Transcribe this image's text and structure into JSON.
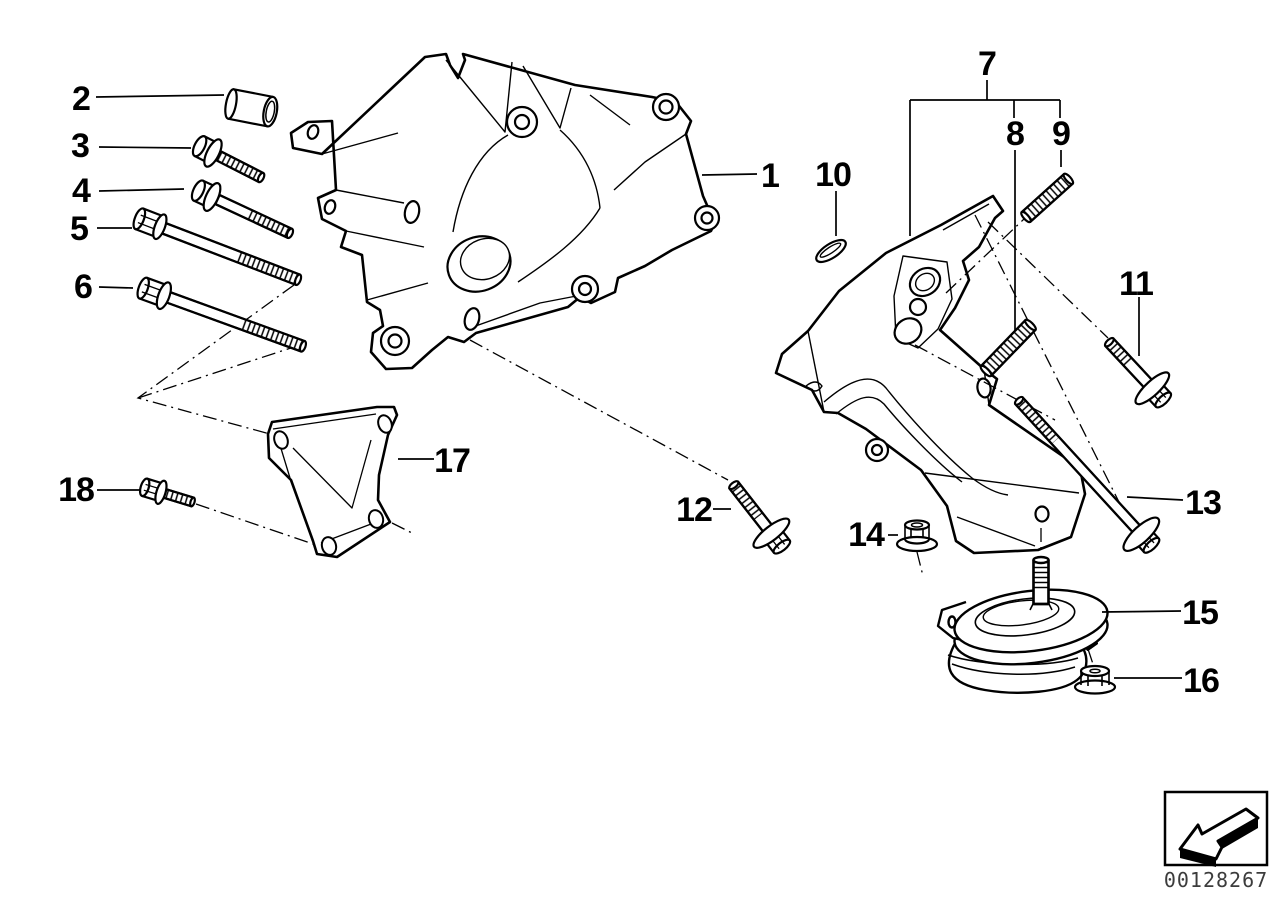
{
  "diagram": {
    "image_code": "00128267",
    "colors": {
      "line": "#000000",
      "background": "#ffffff"
    },
    "callouts": {
      "c1": {
        "label": "1",
        "part": "engine-support-bracket-left"
      },
      "c2": {
        "label": "2",
        "part": "spacer-sleeve"
      },
      "c3": {
        "label": "3",
        "part": "hex-bolt-with-washer-short"
      },
      "c4": {
        "label": "4",
        "part": "hex-bolt-with-washer-medium"
      },
      "c5": {
        "label": "5",
        "part": "hex-bolt-long"
      },
      "c6": {
        "label": "6",
        "part": "hex-bolt-long"
      },
      "c7": {
        "label": "7",
        "part": "engine-support-bracket-right"
      },
      "c8": {
        "label": "8",
        "part": "threaded-stud-long"
      },
      "c9": {
        "label": "9",
        "part": "threaded-stud-short"
      },
      "c10": {
        "label": "10",
        "part": "o-ring"
      },
      "c11": {
        "label": "11",
        "part": "flange-hex-bolt"
      },
      "c12": {
        "label": "12",
        "part": "flange-hex-bolt"
      },
      "c13": {
        "label": "13",
        "part": "flange-hex-bolt-long"
      },
      "c14": {
        "label": "14",
        "part": "flange-nut"
      },
      "c15": {
        "label": "15",
        "part": "engine-mount"
      },
      "c16": {
        "label": "16",
        "part": "flange-collar-nut"
      },
      "c17": {
        "label": "17",
        "part": "gusset-support-bracket"
      },
      "c18": {
        "label": "18",
        "part": "hex-bolt-short"
      }
    }
  }
}
